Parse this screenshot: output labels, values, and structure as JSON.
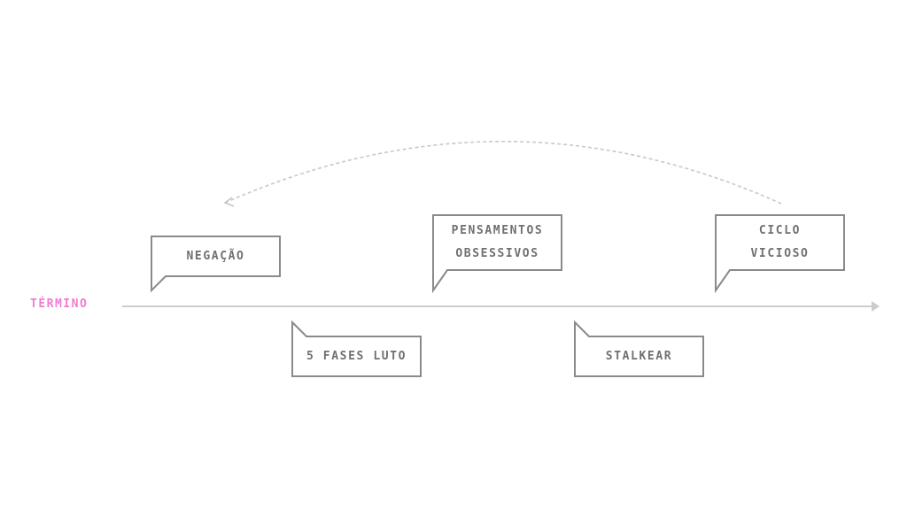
{
  "start_label": "TÉRMINO",
  "colors": {
    "accent": "#f07bd0",
    "line": "#cccccc",
    "box": "#8a8a8a",
    "text": "#707070"
  },
  "callouts": [
    {
      "lines": [
        "NEGAÇÃO"
      ]
    },
    {
      "lines": [
        "5 FASES LUTO"
      ]
    },
    {
      "lines": [
        "PENSAMENTOS",
        "OBSESSIVOS"
      ]
    },
    {
      "lines": [
        "STALKEAR"
      ]
    },
    {
      "lines": [
        "CICLO",
        "VICIOSO"
      ]
    }
  ]
}
